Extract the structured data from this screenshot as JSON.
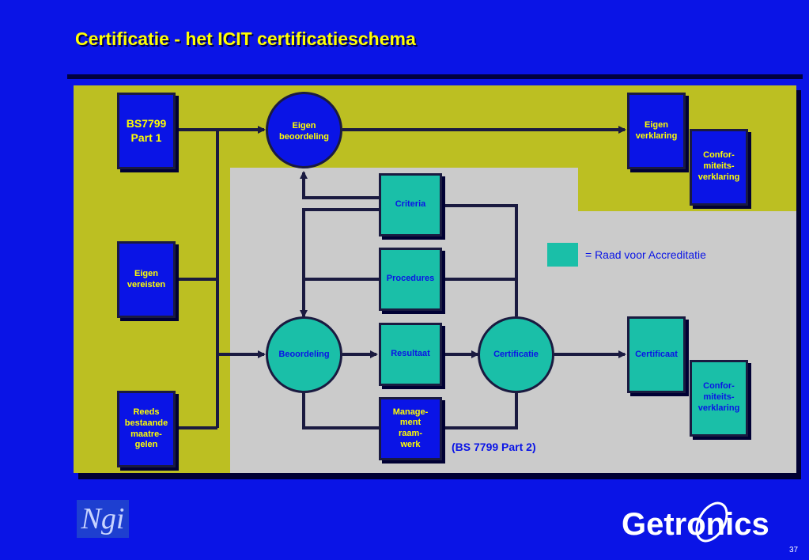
{
  "title": "Certificatie - het ICIT certificatieschema",
  "colors": {
    "background": "#0a14e6",
    "olive": "#bcbf22",
    "grey": "#cbcbcb",
    "teal": "#1abfa8",
    "title": "#ffff00"
  },
  "nodes": {
    "bs7799_line1": "BS7799",
    "bs7799_line2": "Part 1",
    "eigen_vereisten": [
      "Eigen",
      "vereisten"
    ],
    "reeds_bestaande": [
      "Reeds",
      "bestaande",
      "maatre-",
      "gelen"
    ],
    "eigen_beoordeling": [
      "Eigen",
      "beoordeling"
    ],
    "criteria": "Criteria",
    "procedures": "Procedures",
    "beoordeling": "Beoordeling",
    "resultaat": "Resultaat",
    "certificatie": "Certificatie",
    "management": [
      "Manage-",
      "ment",
      "raam-",
      "werk"
    ],
    "eigen_verklaring": [
      "Eigen",
      "verklaring"
    ],
    "conformiteit_1": [
      "Confor-",
      "miteits-",
      "verklaring"
    ],
    "certificaat": "Certificaat",
    "conformiteit_2": [
      "Confor-",
      "miteits-",
      "verklaring"
    ]
  },
  "legend": {
    "text": "= Raad voor Accreditatie"
  },
  "bs_note": "(BS 7799 Part 2)",
  "logos": {
    "left": "Ngi",
    "right": "Getronics"
  },
  "page_number": "37"
}
